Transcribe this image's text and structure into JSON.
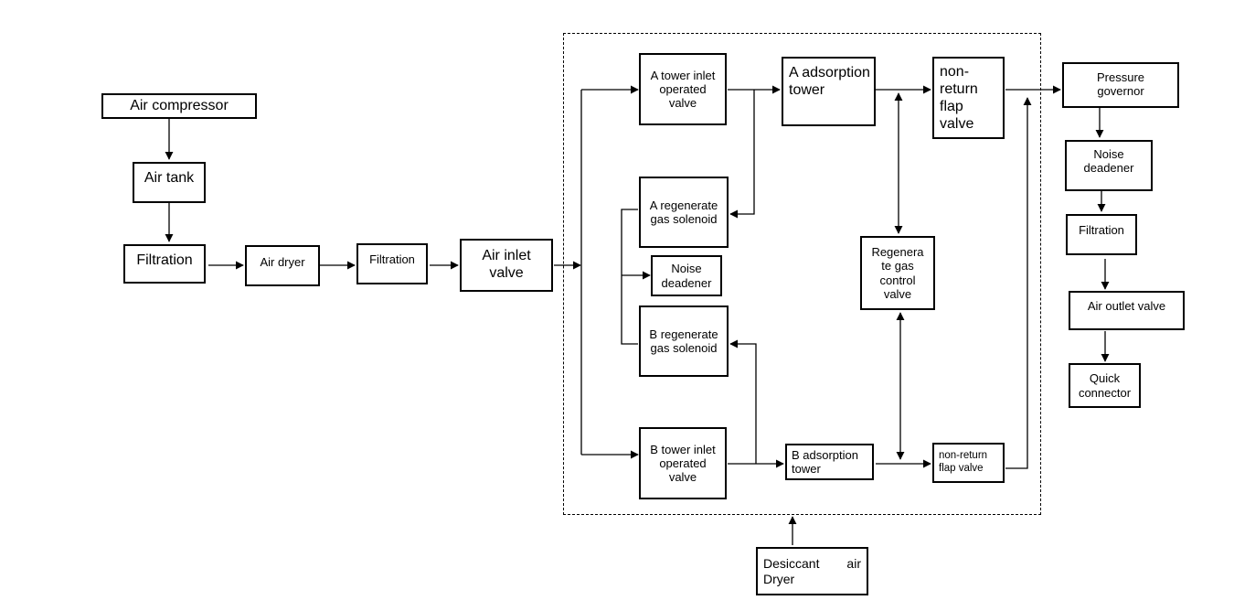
{
  "diagram": {
    "left_chain": {
      "air_compressor": "Air compressor",
      "air_tank": "Air tank",
      "filtration_1": "Filtration",
      "air_dryer": "Air dryer",
      "filtration_2": "Filtration",
      "air_inlet_valve": "Air inlet valve"
    },
    "dryer_unit": {
      "a_tower_inlet_valve": "A tower inlet operated valve",
      "a_adsorption_tower": "A adsorption tower",
      "a_non_return_valve": "non-return flap valve",
      "a_regenerate_solenoid": "A regenerate gas solenoid",
      "noise_deadener": "Noise deadener",
      "b_regenerate_solenoid": "B regenerate gas solenoid",
      "regenerate_control_valve": "Regenera te gas control valve",
      "b_tower_inlet_valve": "B tower inlet operated valve",
      "b_adsorption_tower": "B adsorption tower",
      "b_non_return_valve": "non-return flap valve",
      "desiccant_label": "Desiccant air Dryer"
    },
    "right_chain": {
      "pressure_governor": "Pressure governor",
      "noise_deadener": "Noise deadener",
      "filtration": "Filtration",
      "air_outlet_valve": "Air outlet valve",
      "quick_connector": "Quick connector"
    }
  }
}
